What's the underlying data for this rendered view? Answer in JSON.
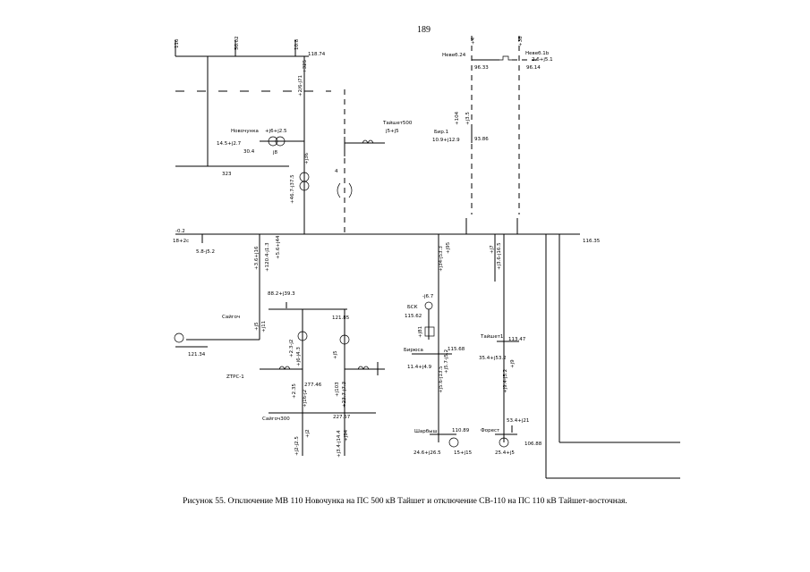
{
  "page_number": "189",
  "caption": "Рисунок 55. Отключение МВ 110 Новочунка на ПС 500 кВ Тайшет и отключение СВ-110 на ПС 110 кВ Тайшет-восточная.",
  "labels": {
    "v_top_left": "118.74",
    "v_323": "323",
    "v_bus_left": "-0.2",
    "v_bus_left2": "18+2c",
    "v_bus_left_load": "5.8-j5.2",
    "v_bus_right": "116.35",
    "sub_left_name": "Новочунка",
    "sub_left_flow": "+j6+j2.5",
    "sub_left_18": "j8",
    "sub_left_load": "14.5+j2.7",
    "sub_left_v": "30.4",
    "taishet_500": "Тайшет500",
    "taishet_500_load": "j5+j5",
    "neveb": "Невеб.24",
    "neveb_v": "96.33",
    "neveb2": "Невеб.1b",
    "neveb2_load": "2.6+j5.1",
    "neveb2_v": "96.14",
    "bir_label": "Бир.1",
    "bir_load": "10.9+j12.9",
    "bir_v": "93.86",
    "sub_mid_flow": "88.2+j39.3",
    "sub_mid_v": "121.85",
    "sub_mid_name": "Сайгоч",
    "sub_mid_load": "121.34",
    "ztpc": "ZТРС-1",
    "sayg_label": "Сайгоч300",
    "v_277": "277.46",
    "v_227": "227.57",
    "bsk": "БСК",
    "bsk_val": "-j6.7",
    "bsk_v": "115.62",
    "birusa": "Бирюса",
    "birusa_v": "115.68",
    "birusa_load": "11.4+j4.9",
    "taishet1": "Тайшет1",
    "taishet1_v": "113.47",
    "taishet1_load": "35.4+j53.2",
    "sharbysh": "Шарбыш",
    "sharbysh_v": "110.89",
    "sharbysh_load": "24.6+j26.5",
    "sharbysh_load2": "15+j15",
    "forest": "Форест",
    "forest_v": "106.88",
    "forest_load": "25.4+j5",
    "forest_flow": "53.4+j21",
    "flow_v1": "+325",
    "flow_v2": "+2/6-j71",
    "flow_v3": "+j36",
    "flow_v4": "+46.7-j37.5",
    "flow_v5": "+j3.5",
    "flow_v6": "+104",
    "flow_v7": "+3.6+j16",
    "flow_v8": "+120.4-j1.3",
    "flow_v9": "+5.6+j44",
    "flow_v10": "+j5",
    "flow_v11": "+j11",
    "flow_v12": "+2.3-j2",
    "flow_v13": "+j6-j4.3",
    "flow_v14": "+j5",
    "flow_v15": "+2.35",
    "flow_v16": "+j16-j2",
    "flow_v17": "+j103",
    "flow_v18": "+23.7-j7.3",
    "flow_v19": "+j2",
    "flow_v20": "+j2-j2.5",
    "flow_v21": "+j94",
    "flow_v22": "+j3.4-j14.4",
    "flow_v23": "+j95",
    "flow_v24": "+j34-j53.3",
    "flow_v25": "+j81",
    "flow_v26": "+j5.7-j5.2",
    "flow_v27": "+j5.6-j13.5",
    "flow_v28": "+j7",
    "flow_v29": "+j3.6-j16.5",
    "flow_v30": "+j9",
    "flow_v31": "+j9.4-j5.2",
    "top_tag1": "11б",
    "top_tag2": "5б.02",
    "top_tag3": "10.8",
    "top_tag4": "+4",
    "top_tag5": "+38",
    "num4": "4"
  }
}
